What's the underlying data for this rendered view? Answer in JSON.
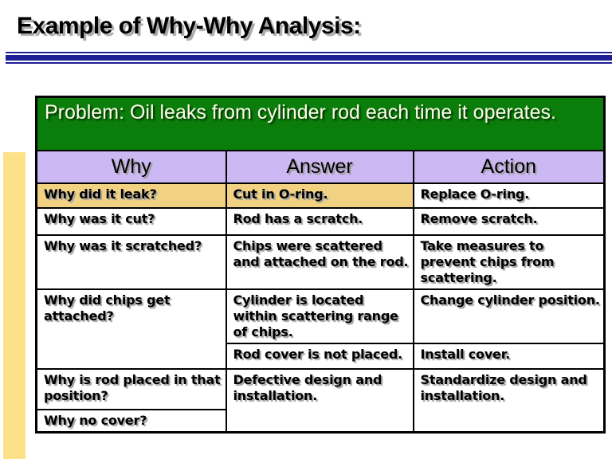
{
  "slide": {
    "title": "Example of Why-Why Analysis:"
  },
  "table": {
    "problem": "Problem: Oil leaks from cylinder rod each time it operates.",
    "columns": {
      "why": "Why",
      "answer": "Answer",
      "action": "Action"
    },
    "rows": [
      {
        "why": "Why did it leak?",
        "answer": "Cut in O-ring.",
        "action": "Replace O-ring."
      },
      {
        "why": "Why was it cut?",
        "answer": "Rod has a scratch.",
        "action": "Remove scratch."
      },
      {
        "why": "Why was it scratched?",
        "answer": "Chips were scattered and attached on the rod.",
        "action": "Take measures to prevent chips from scattering."
      },
      {
        "why": "Why did chips get attached?",
        "answer": "Cylinder is located within scattering range of chips.",
        "action": "Change cylinder position."
      },
      {
        "answer": "Rod cover is not placed.",
        "action": "Install cover."
      },
      {
        "why": "Why is rod placed in that position?",
        "answer": "Defective design and installation.",
        "action": "Standardize design and installation."
      },
      {
        "why": "Why no cover?"
      }
    ]
  },
  "colors": {
    "problem_banner_green": "#0a7d0a",
    "problem_text_cream": "#fffde9",
    "column_header_purple": "#ccb8f2",
    "highlight_row_tan": "#f0d282",
    "left_accent_bar_tan": "#fce189",
    "divider_navy": "#1e1e96",
    "text_black": "#000000",
    "background_white": "#ffffff"
  }
}
